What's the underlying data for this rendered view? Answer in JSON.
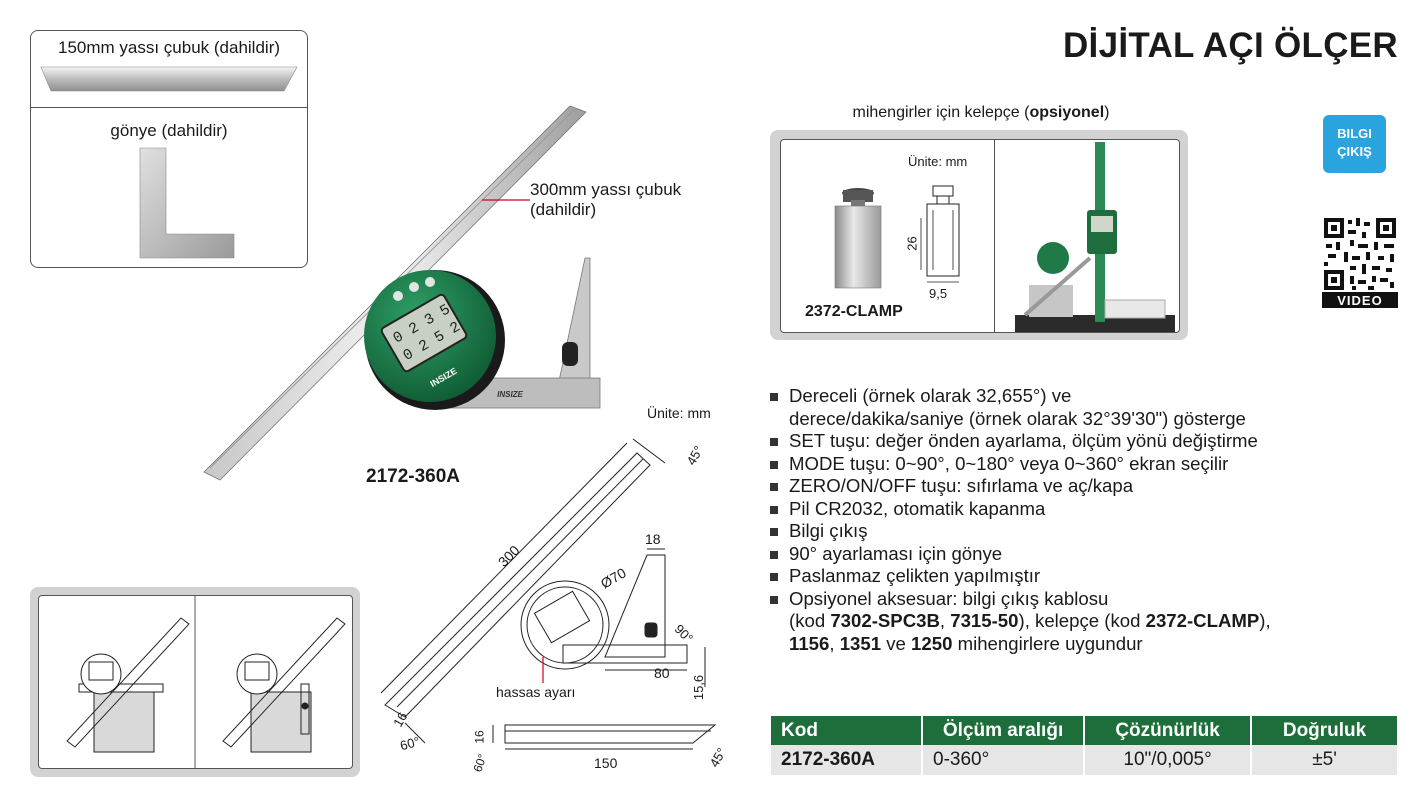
{
  "title": "DİJİTAL AÇI ÖLÇER",
  "included": {
    "flat_bar_150": "150mm yassı çubuk (dahildir)",
    "square": "gönye (dahildir)"
  },
  "product_photo": {
    "bar_300_line1": "300mm yassı çubuk",
    "bar_300_line2": "(dahildir)",
    "model": "2172-360A",
    "brand": "INSIZE"
  },
  "clamp": {
    "caption_prefix": "mihengirler için kelepçe (",
    "caption_bold": "opsiyonel",
    "caption_suffix": ")",
    "unit": "Ünite: mm",
    "dim_height": "26",
    "dim_width": "9,5",
    "model": "2372-CLAMP"
  },
  "badges": {
    "data_output_line1": "BILGI",
    "data_output_line2": "ÇIKIŞ",
    "video": "VIDEO"
  },
  "drawing": {
    "unit": "Ünite: mm",
    "len_300": "300",
    "len_18": "18",
    "dia_70": "Ø70",
    "angle_45_top": "45°",
    "angle_90": "90°",
    "len_80": "80",
    "len_15_6": "15,6",
    "len_16": "16",
    "angle_60": "60°",
    "fine_adjust": "hassas ayarı",
    "bar_len_16": "16",
    "bar_angle_60": "60°",
    "bar_len_150": "150",
    "bar_angle_45": "45°"
  },
  "features": [
    {
      "parts": [
        {
          "t": "Dereceli (örnek olarak 32,655°) ve",
          "b": false
        }
      ]
    },
    {
      "parts": [
        {
          "t": "derece/dakika/saniye (örnek olarak 32°39'30\") gösterge",
          "b": false
        }
      ],
      "continuation": true
    },
    {
      "parts": [
        {
          "t": "SET tuşu: değer önden ayarlama, ölçüm yönü değiştirme",
          "b": false
        }
      ]
    },
    {
      "parts": [
        {
          "t": "MODE tuşu: 0~90°, 0~180° veya 0~360° ekran seçilir",
          "b": false
        }
      ]
    },
    {
      "parts": [
        {
          "t": "ZERO/ON/OFF tuşu: sıfırlama ve aç/kapa",
          "b": false
        }
      ]
    },
    {
      "parts": [
        {
          "t": "Pil CR2032, otomatik kapanma",
          "b": false
        }
      ]
    },
    {
      "parts": [
        {
          "t": "Bilgi çıkış",
          "b": false
        }
      ]
    },
    {
      "parts": [
        {
          "t": "90° ayarlaması için gönye",
          "b": false
        }
      ]
    },
    {
      "parts": [
        {
          "t": "Paslanmaz çelikten yapılmıştır",
          "b": false
        }
      ]
    },
    {
      "parts": [
        {
          "t": "Opsiyonel aksesuar: bilgi çıkış kablosu",
          "b": false
        }
      ]
    },
    {
      "parts": [
        {
          "t": "(kod ",
          "b": false
        },
        {
          "t": "7302-SPC3B",
          "b": true
        },
        {
          "t": ", ",
          "b": false
        },
        {
          "t": "7315-50",
          "b": true
        },
        {
          "t": "), kelepçe (kod ",
          "b": false
        },
        {
          "t": "2372-CLAMP",
          "b": true
        },
        {
          "t": "),",
          "b": false
        }
      ],
      "continuation": true
    },
    {
      "parts": [
        {
          "t": "1156",
          "b": true
        },
        {
          "t": ", ",
          "b": false
        },
        {
          "t": "1351",
          "b": true
        },
        {
          "t": " ve ",
          "b": false
        },
        {
          "t": "1250",
          "b": true
        },
        {
          "t": " mihengirlere uygundur",
          "b": false
        }
      ],
      "continuation": true
    }
  ],
  "table": {
    "headers": [
      "Kod",
      "Ölçüm aralığı",
      "Çözünürlük",
      "Doğruluk"
    ],
    "rows": [
      [
        "2172-360A",
        "0-360°",
        "10\"/0,005°",
        "±5'"
      ]
    ]
  },
  "colors": {
    "table_header": "#1d6e3a",
    "table_row": "#e6e6e6",
    "badge_blue": "#2aa4df",
    "device_green": "#1c7a4a"
  }
}
